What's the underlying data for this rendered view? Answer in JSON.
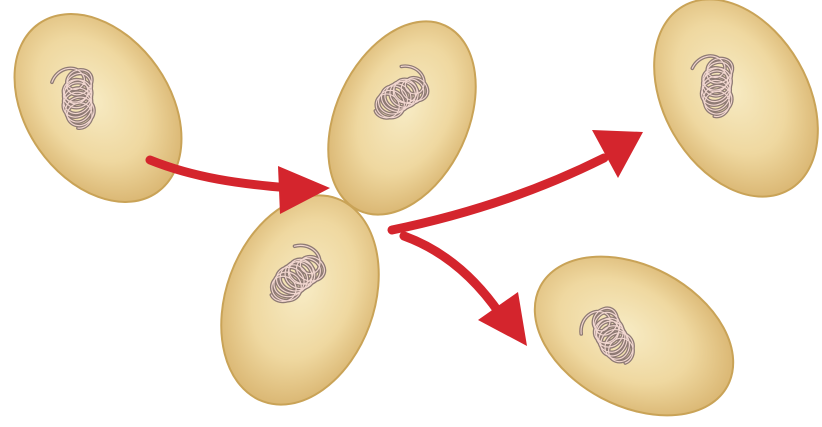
{
  "colors": {
    "background": "#ffffff",
    "cell_fill_center": "#f6e6b6",
    "cell_fill_edge": "#d9b46c",
    "cell_outline": "#c9a357",
    "dna": "#8e7a74",
    "dna_highlight": "#f1d6cf",
    "arrow": "#d4252d"
  },
  "cells": [
    {
      "id": "parent-cell"
    },
    {
      "id": "dividing-cell-upper"
    },
    {
      "id": "dividing-cell-lower"
    },
    {
      "id": "daughter-cell-upper"
    },
    {
      "id": "daughter-cell-lower"
    }
  ],
  "arrows": [
    {
      "id": "arrow-to-division"
    },
    {
      "id": "arrow-to-upper-daughter"
    },
    {
      "id": "arrow-to-lower-daughter"
    }
  ]
}
